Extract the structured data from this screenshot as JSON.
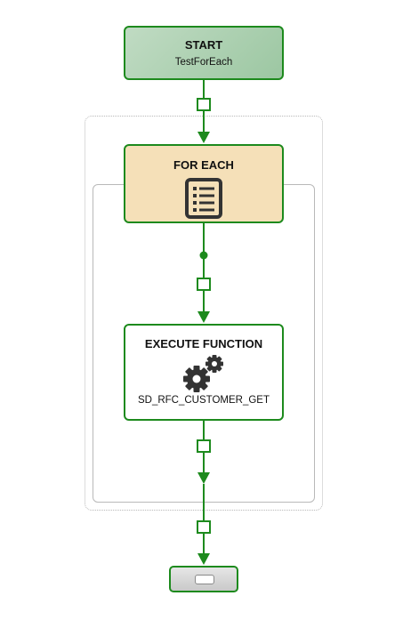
{
  "colors": {
    "connector": "#1d8a1d",
    "start_fill": "#a8cdae",
    "foreach_fill": "#f5e0b8",
    "node_border": "#1d8a1d"
  },
  "start": {
    "title": "START",
    "subtitle": "TestForEach"
  },
  "foreach": {
    "title": "FOR EACH",
    "icon": "list-icon"
  },
  "execute": {
    "title": "EXECUTE FUNCTION",
    "icon": "gears-icon",
    "subtitle": "SD_RFC_CUSTOMER_GET"
  },
  "end": {
    "icon": "end-terminal-icon"
  }
}
